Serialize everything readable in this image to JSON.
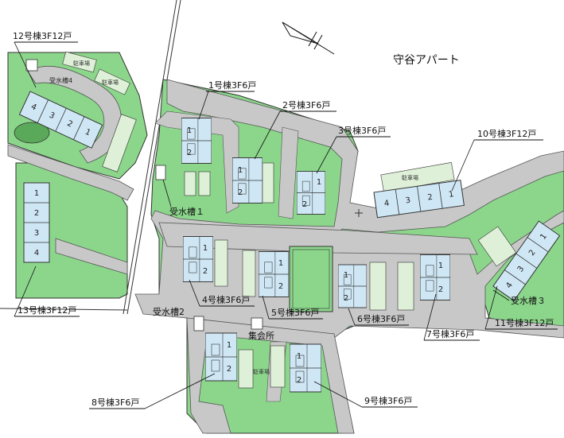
{
  "title": "守谷アパート",
  "buildings": {
    "b1": "1号棟3F6戸",
    "b2": "2号棟3F6戸",
    "b3": "3号棟3F6戸",
    "b4": "4号棟3F6戸",
    "b5": "5号棟3F6戸",
    "b6": "6号棟3F6戸",
    "b7": "7号棟3F6戸",
    "b8": "8号棟3F6戸",
    "b9": "9号棟3F6戸",
    "b10": "10号棟3F12戸",
    "b11": "11号棟3F12戸",
    "b12": "12号棟3F12戸",
    "b13": "13号棟3F12戸"
  },
  "facilities": {
    "tank1": "受水槽１",
    "tank2": "受水槽2",
    "tank3": "受水槽３",
    "tank4": "受水槽4",
    "hall": "集会所"
  },
  "parking": "駐車場",
  "units": {
    "u1": "1",
    "u2": "2",
    "u3": "3",
    "u4": "4"
  }
}
